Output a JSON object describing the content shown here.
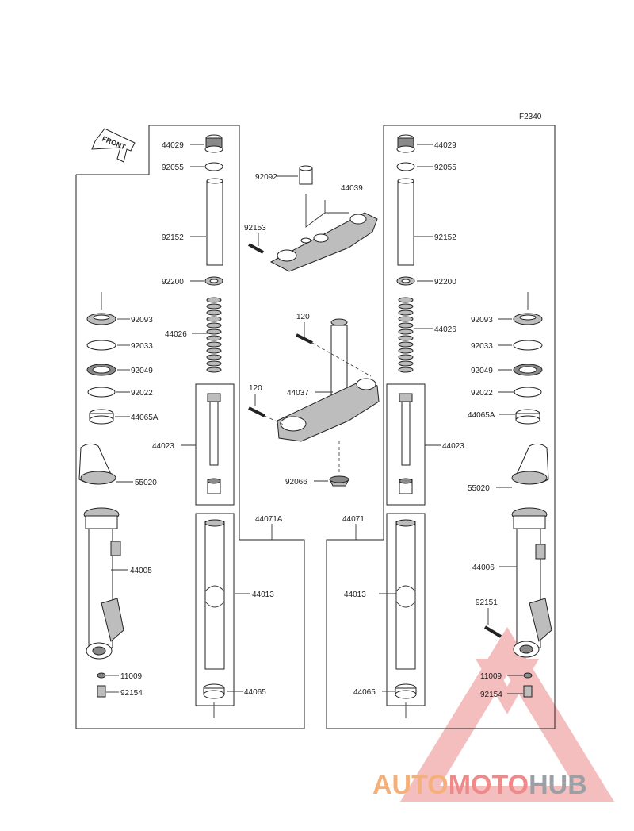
{
  "diagram": {
    "code": "F2340",
    "front_label": "FRONT",
    "labels": {
      "l44029": "44029",
      "l92055": "92055",
      "l92152": "92152",
      "l92200": "92200",
      "l92093": "92093",
      "l44026": "44026",
      "l92033": "92033",
      "l92049": "92049",
      "l92022": "92022",
      "l44065A": "44065A",
      "l44023": "44023",
      "l55020": "55020",
      "l44005": "44005",
      "l11009": "11009",
      "l92154": "92154",
      "l44013": "44013",
      "l44065": "44065",
      "l44071A": "44071A",
      "l92092": "92092",
      "l44039": "44039",
      "l92153": "92153",
      "l120a": "120",
      "l120b": "120",
      "l44037": "44037",
      "l92066": "92066",
      "l44071": "44071",
      "r44029": "44029",
      "r92055": "92055",
      "r92152": "92152",
      "r92200": "92200",
      "r92093": "92093",
      "r44026": "44026",
      "r92033": "92033",
      "r92049": "92049",
      "r92022": "92022",
      "r44065A": "44065A",
      "r44023": "44023",
      "r55020": "55020",
      "r44006": "44006",
      "r92151": "92151",
      "r44013": "44013",
      "r11009": "11009",
      "r92154": "92154",
      "r44065": "44065"
    }
  },
  "watermark": {
    "part1": "AUTO",
    "part2": "MOTO",
    "part3": "HUB",
    "color1": "#f5b07a",
    "color2": "#f08a8a",
    "color3": "#9aa0a6"
  }
}
